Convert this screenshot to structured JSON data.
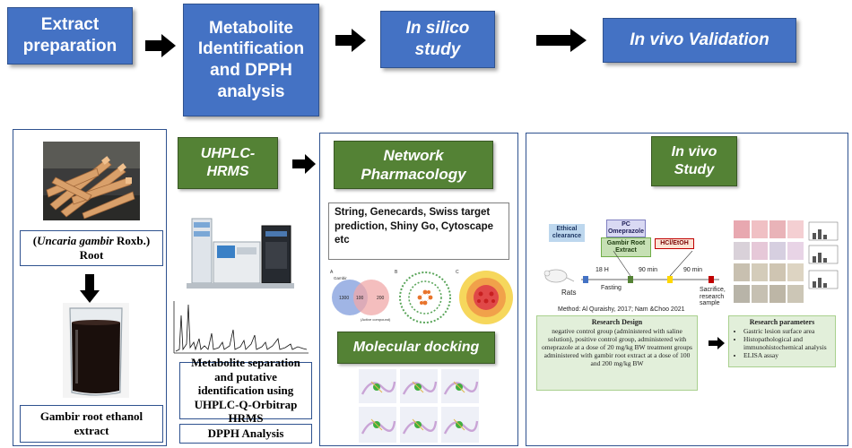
{
  "top_flow": {
    "step1": "Extract preparation",
    "step2": "Metabolite Identification and DPPH analysis",
    "step3": "In silico study",
    "step4": "In vivo Validation"
  },
  "panel1": {
    "species_open": "(",
    "species_name": "Uncaria gambir",
    "species_rest": " Roxb.)",
    "species_line2": "Root",
    "extract_label": "Gambir root ethanol extract"
  },
  "panel2": {
    "header": "UHPLC-HRMS",
    "method_text": "Metabolite separation and putative identification using UHPLC-Q-Orbitrap HRMS",
    "dpph_label": "DPPH Analysis"
  },
  "panel3": {
    "header": "Network Pharmacology",
    "tools_text": "String, Genecards, Swiss target prediction, Shiny Go, Cytoscape etc",
    "docking_header": "Molecular docking",
    "venn": {
      "label_a": "A",
      "label_b": "B",
      "label_c": "C",
      "left_value": "1300",
      "mid_value": "100",
      "right_value": "200",
      "left_name": "Gambir",
      "right_name": "(Active compound)"
    }
  },
  "panel4": {
    "header": "In vivo Study",
    "ethical": "Ethical clearance",
    "pc": "PC Omeprazole",
    "gambir": "Gambir Root Extract",
    "hcl": "HCl/EtOH",
    "rats": "Rats",
    "t1": "18 H",
    "fasting": "Fasting",
    "t2": "90 min",
    "t3": "90 min",
    "sacrifice": "Sacrifice, research sample",
    "method_ref": "Method: Al Quraishy, 2017; Nam &Choo 2021",
    "design_title": "Research Design",
    "design_text": "negative control group (administered with saline solution), positive control group, administered with omeprazole at a dose of 20 mg/kg BW treatment groups administered with gambir root extract at a dose of 100 and 200 mg/kg BW",
    "params_title": "Research parameters",
    "params": [
      "Gastric lesion surface area",
      "Histopathological and immunohistochemical analysis",
      "ELISA assay"
    ]
  },
  "colors": {
    "blue": "#4472c4",
    "green": "#548235",
    "border": "#2f528f"
  }
}
